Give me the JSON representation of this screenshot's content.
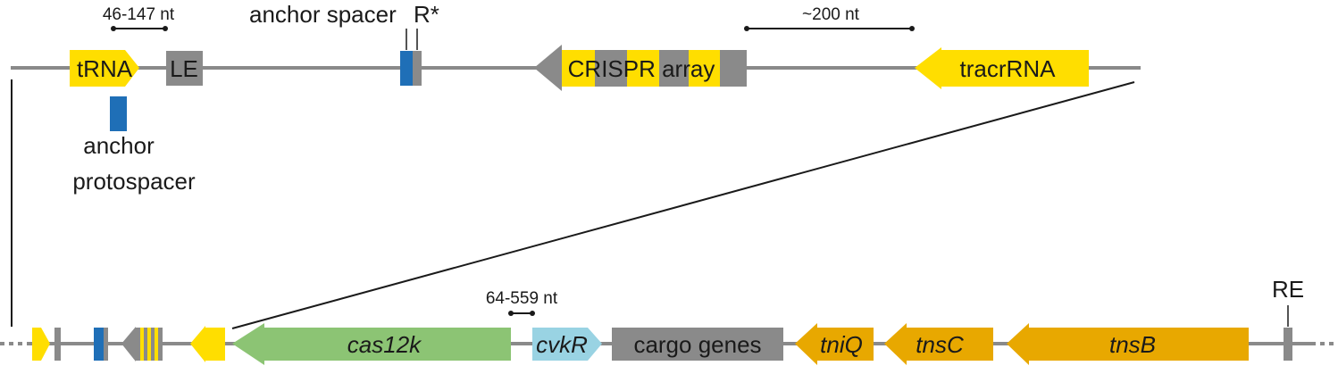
{
  "colors": {
    "backbone": "#8a8a8a",
    "grey_box": "#8a8a8a",
    "yellow": "#ffde00",
    "orange": "#e8a800",
    "green": "#8cc474",
    "light_blue": "#99d3e3",
    "blue": "#1f6fb7",
    "text": "#1a1a1a"
  },
  "top_locus": {
    "scale_bar_left": "46-147 nt",
    "scale_bar_right": "~200 nt",
    "trna": "tRNA",
    "le": "LE",
    "anchor_spacer": "anchor spacer",
    "r_star": "R*",
    "crispr_array": "CRISPR array",
    "tracrrna": "tracrRNA",
    "anchor_protospacer_line1": "anchor",
    "anchor_protospacer_line2": "protospacer"
  },
  "bottom_locus": {
    "scale_bar": "64-559 nt",
    "cas12k": "cas12k",
    "cvkr": "cvkR",
    "cargo_genes": "cargo genes",
    "tniq": "tniQ",
    "tnsc": "tnsC",
    "tnsb": "tnsB",
    "re": "RE"
  }
}
